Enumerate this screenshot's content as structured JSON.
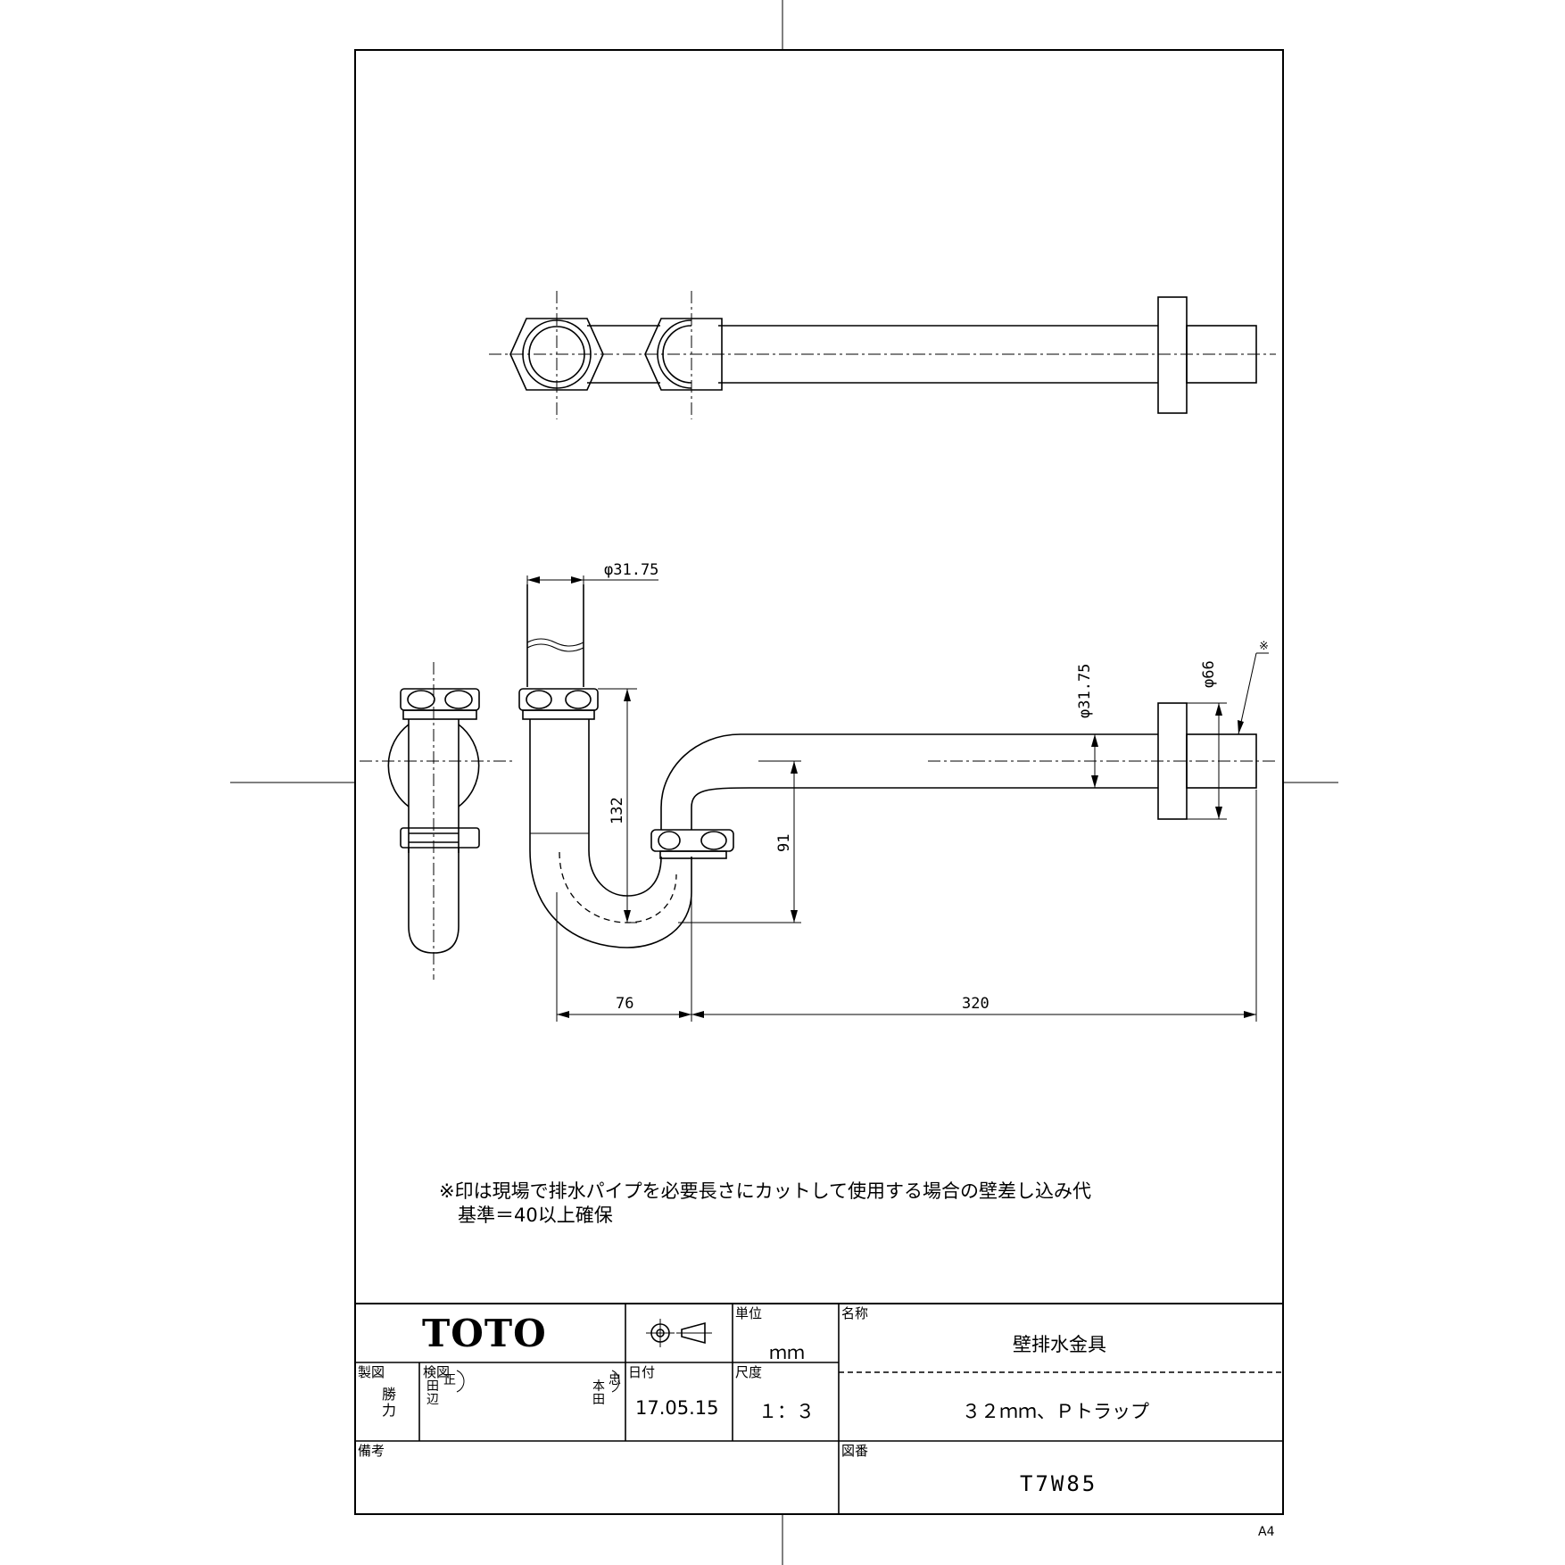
{
  "dimensions": {
    "inlet_diameter": "φ31.75",
    "outlet_diameter": "φ31.75",
    "flange_diameter": "φ66",
    "trap_height": "132",
    "seal_height": "91",
    "trap_width": "76",
    "pipe_length": "320",
    "marker": "※"
  },
  "note": {
    "line1": "※印は現場で排水パイプを必要長さにカットして使用する場合の壁差し込み代",
    "line2": "　基準＝40以上確保"
  },
  "title_block": {
    "logo": "TOTO",
    "unit_label": "単位",
    "unit_value": "ｍｍ",
    "name_label": "名称",
    "name_value": "壁排水金具",
    "drawn_label": "製図",
    "drawn_stamp": "勝力",
    "checked_label": "検図",
    "checked_stamp_1": "田辺",
    "checked_stamp_1b": "正",
    "checked_stamp_2": "本田",
    "checked_stamp_2b": "忠",
    "date_label": "日付",
    "date_value": "17.05.15",
    "scale_label": "尺度",
    "scale_value": "１：３",
    "spec_value": "３２ｍｍ、Ｐトラップ",
    "remarks_label": "備考",
    "drawing_no_label": "図番",
    "drawing_no_value": "T7W85",
    "paper_size": "A4"
  }
}
